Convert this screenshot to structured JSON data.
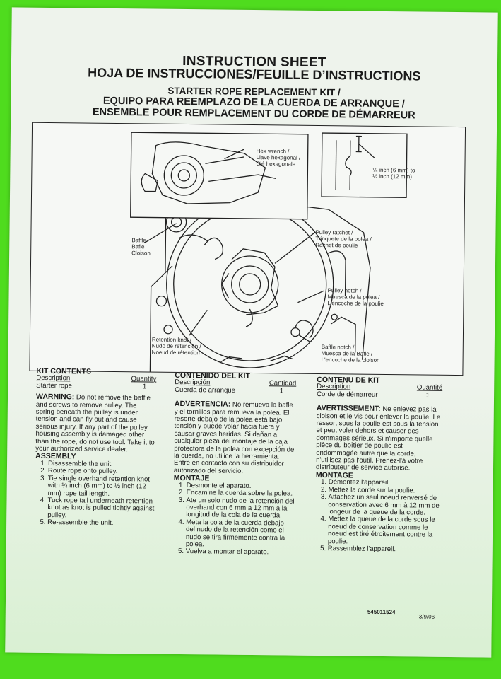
{
  "header": {
    "line1": "INSTRUCTION SHEET",
    "line2": "HOJA DE INSTRUCCIONES/FEUILLE D’INSTRUCTIONS",
    "line3": "STARTER ROPE REPLACEMENT KIT /",
    "line4": "EQUIPO PARA REEMPLAZO DE LA CUERDA DE ARRANQUE /",
    "line5": "ENSEMBLE POUR REMPLACEMENT DU CORDE DE DÉMARREUR"
  },
  "callouts": {
    "hex_wrench": "Hex wrench /\nLlave hexagonal /\nClé hexagonale",
    "knot_length": "¼ inch (6 mm) to\n½ inch (12 mm)",
    "baffle": "Baffle\nBafle\nCloison",
    "pulley_ratchet": "Pulley ratchet /\nTrinquete de la polea /\nRachet de poulie",
    "pulley_notch": "Pulley notch /\nMuesca de la polea /\nL'encoche de la poulie",
    "retention_knot": "Retention knot /\nNudo de retención /\nNoeud de rétention",
    "baffle_notch": "Baffle notch /\nMuesca de la Bafle /\nL'encoche de la cloison"
  },
  "english": {
    "kit_title": "KIT CONTENTS",
    "desc_h": "Description",
    "qty_h": "Quantity",
    "item": "Starter rope",
    "qty": "1",
    "warning_label": "WARNING:",
    "warning_text": "Do not remove the baffle and screws to remove pulley. The spring beneath the pulley is under tension and can fly out and cause serious injury. If any part of the pulley housing assembly is damaged other than the rope, do not use tool. Take it to your authorized service dealer.",
    "assembly_title": "ASSEMBLY",
    "steps": [
      "Disassemble the unit.",
      "Route rope onto pulley.",
      "Tie single overhand retention knot with ¼ inch (6 mm) to ½ inch (12 mm) rope tail length.",
      "Tuck rope tail underneath retention knot as knot is pulled tightly against pulley.",
      "Re-assemble the unit."
    ]
  },
  "spanish": {
    "kit_title": "CONTENIDO DEL KIT",
    "desc_h": "Descripción",
    "qty_h": "Cantidad",
    "item": "Cuerda de arranque",
    "qty": "1",
    "warning_label": "ADVERTENCIA:",
    "warning_text": "No remueva la bafle y el tornillos para remueva la polea. El resorte debajo de la polea está bajo tensión y puede volar hacia fuera y causar graves heridas. Si dañan a cualquier pieza del montaje de la caja protectora de la polea con excepción de la cuerda, no utilice la herramienta. Entre en contacto con su distribuidor autorizado del servicio.",
    "assembly_title": "MONTAJE",
    "steps": [
      "Desmonte el aparato.",
      "Encamine la cuerda sobre la polea.",
      "Ate un solo nudo de la retención del overhand con 6 mm a 12 mm a la longitud de la cola de la cuerda.",
      "Meta la cola de la cuerda debajo del nudo de la retención como el nudo se tira firmemente contra la polea.",
      "Vuelva a montar el aparato."
    ]
  },
  "french": {
    "kit_title": "CONTENU DE KIT",
    "desc_h": "Description",
    "qty_h": "Quantité",
    "item": "Corde de démarreur",
    "qty": "1",
    "warning_label": "AVERTISSEMENT:",
    "warning_text": "Ne enlevez pas la cloison et le vis pour enlever la poulie. Le ressort sous la poulie est sous la tension et peut voler dehors et causer des dommages sérieux. Si n'importe quelle pièce du boîtier de poulie est endommagée autre que la corde, n'utilisez pas l'outil. Prenez-l'à votre distributeur de service autorisé.",
    "assembly_title": "MONTAGE",
    "steps": [
      "Démontez l'appareil.",
      "Mettez la corde sur la poulie.",
      "Attachez un seul noeud renversé de conservation avec 6 mm à 12 mm de longeur de la queue de la corde.",
      "Mettez la queue de la corde sous le noeud de conservation comme le noeud est tiré étroitement contre la poulie.",
      "Rassemblez l'appareil."
    ]
  },
  "footer": {
    "part_number": "545011524",
    "date": "3/9/06"
  },
  "colors": {
    "background": "#4fdc1e",
    "paper": "#eef3ec"
  }
}
